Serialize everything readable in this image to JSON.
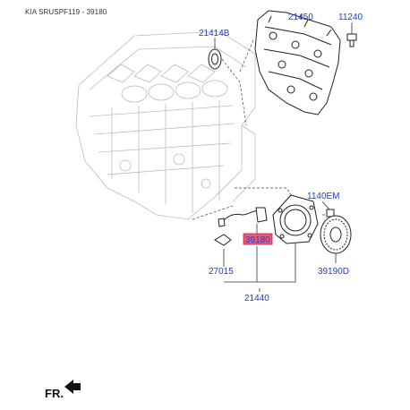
{
  "header": {
    "title": "KIA SRUSPF119 - 39180"
  },
  "orientation": {
    "label": "FR."
  },
  "colors": {
    "link": "#1a3fd0",
    "highlight": "#f05a6e",
    "line": "#333333",
    "ghost": "#bbbbbb"
  },
  "parts": [
    {
      "id": "p21450",
      "number": "21450",
      "highlighted": false
    },
    {
      "id": "p11240",
      "number": "11240",
      "highlighted": false
    },
    {
      "id": "p21414B",
      "number": "21414B",
      "highlighted": false
    },
    {
      "id": "p1140EM",
      "number": "1140EM",
      "highlighted": false
    },
    {
      "id": "p39180",
      "number": "39180",
      "highlighted": true
    },
    {
      "id": "p27015",
      "number": "27015",
      "highlighted": false
    },
    {
      "id": "p39190D",
      "number": "39190D",
      "highlighted": false
    },
    {
      "id": "p21440",
      "number": "21440",
      "highlighted": false
    }
  ]
}
